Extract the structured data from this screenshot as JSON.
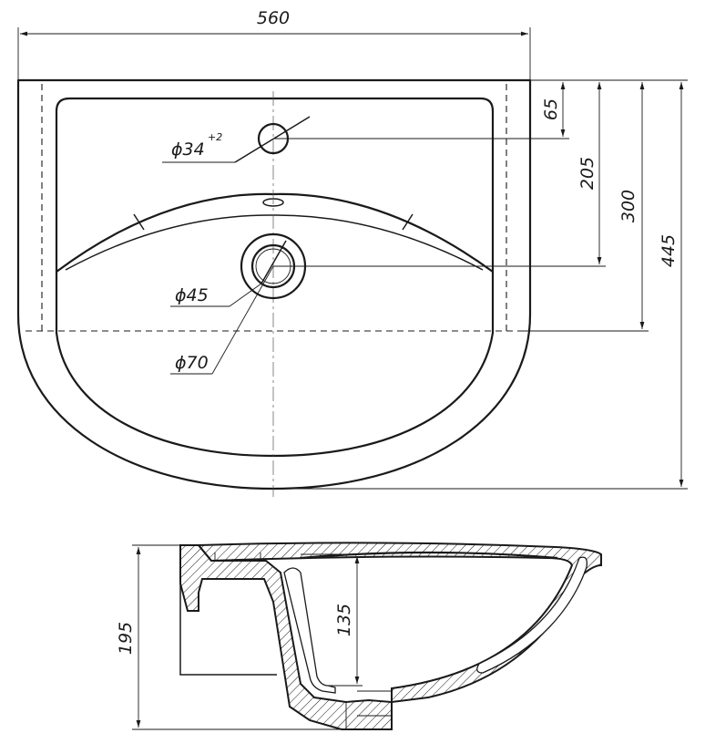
{
  "drawing": {
    "top_view": {
      "width_dim": "560",
      "tap_hole_dim": "ϕ34",
      "tap_hole_tolerance": "+2",
      "drain_inner_dim": "ϕ45",
      "drain_outer_dim": "ϕ70",
      "dim_65": "65",
      "dim_205": "205",
      "dim_300": "300",
      "dim_445": "445"
    },
    "section_view": {
      "height_dim": "195",
      "bowl_depth_dim": "135"
    }
  }
}
